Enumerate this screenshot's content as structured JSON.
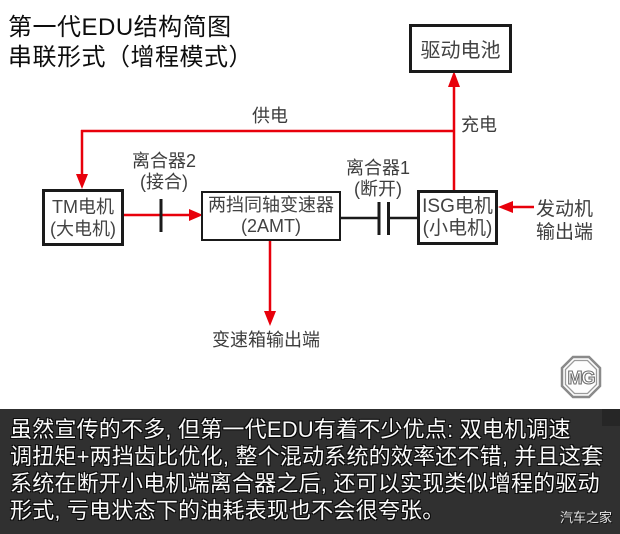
{
  "title": {
    "line1": "第一代EDU结构简图",
    "line2": "串联形式（增程模式）"
  },
  "diagram": {
    "battery": "驱动电池",
    "tm_motor": {
      "line1": "TM电机",
      "line2": "(大电机)"
    },
    "gearbox": {
      "line1": "两挡同轴变速器",
      "line2": "(2AMT)"
    },
    "isg_motor": {
      "line1": "ISG电机",
      "line2": "(小电机)"
    },
    "clutch2": {
      "line1": "离合器2",
      "line2": "(接合)"
    },
    "clutch1": {
      "line1": "离合器1",
      "line2": "(断开)"
    },
    "labels": {
      "supply": "供电",
      "charge": "充电",
      "engine_output_line1": "发动机",
      "engine_output_line2": "输出端",
      "gearbox_output": "变速箱输出端"
    },
    "colors": {
      "flow_red": "#e8000b",
      "line_black": "#1a1a1a"
    }
  },
  "logo": {
    "text": "MG"
  },
  "caption": {
    "lines": [
      "虽然宣传的不多, 但第一代EDU有着不少优点: 双电机调速",
      "调扭矩+两挡齿比优化, 整个混动系统的效率还不错, 并且这套",
      "系统在断开小电机端离合器之后, 还可以实现类似增程的驱动",
      "形式, 亏电状态下的油耗表现也不会很夸张。"
    ],
    "watermark": "汽车之家"
  }
}
